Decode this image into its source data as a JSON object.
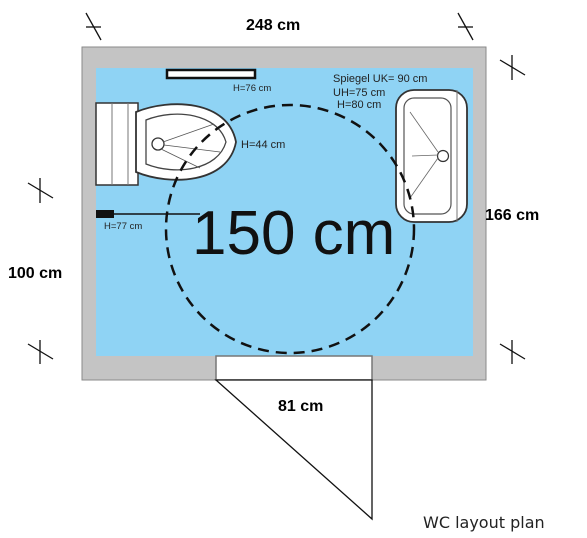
{
  "plan": {
    "width_label": "248 cm",
    "depth_right_label": "166 cm",
    "depth_left_label": "100 cm",
    "door_label": "81 cm",
    "turning_circle_label": "150 cm",
    "mirror_label": "Spiegel UK= 90 cm",
    "sink_uh_label": "UH=75 cm",
    "sink_h_label": "H=80 cm",
    "toilet_h_label": "H=44 cm",
    "grab_bar_h_label": "H=76 cm",
    "flush_h_label": "H=77 cm"
  },
  "caption": "WC layout plan",
  "colors": {
    "floor": "#8fd3f4",
    "wall": "#c4c4c4",
    "outline": "#555555"
  }
}
